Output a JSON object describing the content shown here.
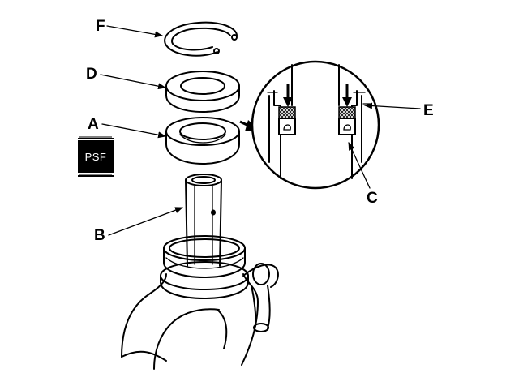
{
  "diagram": {
    "callouts": {
      "F": "F",
      "D": "D",
      "A": "A",
      "B": "B",
      "C": "C",
      "E": "E"
    },
    "badge": {
      "label": "PSF"
    }
  }
}
